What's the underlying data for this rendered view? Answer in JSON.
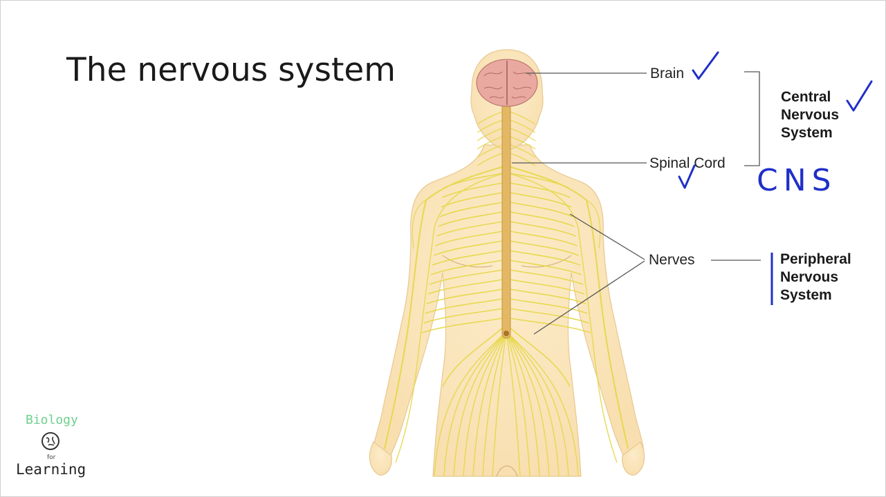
{
  "slide": {
    "title": "The nervous system"
  },
  "labels": {
    "brain": "Brain",
    "spinal_cord": "Spinal Cord",
    "nerves": "Nerves"
  },
  "groups": {
    "central": [
      "Central",
      "Nervous",
      "System"
    ],
    "peripheral": [
      "Peripheral",
      "Nervous",
      "System"
    ]
  },
  "annotations": {
    "cns": "CNS",
    "checkmark": "✓"
  },
  "logo": {
    "line1": "Biology",
    "line2": "for",
    "line3": "Learning"
  },
  "colors": {
    "nerve": "#e6d84a",
    "skin": "#fbe9c6",
    "brain": "#e9a9a0",
    "ink": "#1f2fc8",
    "logo_green": "#6fcf8f"
  }
}
